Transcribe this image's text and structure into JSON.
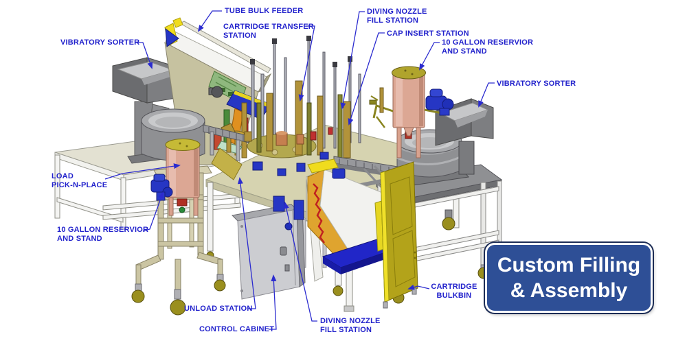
{
  "figure": {
    "description": "Isometric CAD illustration of a custom filling and assembly machine line with annotated callouts"
  },
  "colors": {
    "background": "#ffffff",
    "label_text": "#2222cc",
    "leader_line": "#2b2bcf",
    "badge_bg": "#2e4f96",
    "badge_border": "#ffffff",
    "badge_outline": "#1c2c55",
    "badge_text": "#ffffff"
  },
  "badge": {
    "line1": "Custom Filling",
    "line2": "& Assembly"
  },
  "labels": [
    {
      "id": "vibratory-sorter-left",
      "line1": "VIBRATORY SORTER"
    },
    {
      "id": "tube-bulk-feeder",
      "line1": "TUBE BULK FEEDER"
    },
    {
      "id": "cartridge-transfer-station",
      "line1": "CARTRIDGE TRANSFER",
      "line2": "STATION"
    },
    {
      "id": "diving-nozzle-fill-station-top",
      "line1": "DIVING NOZZLE",
      "line2": "FILL STATION"
    },
    {
      "id": "cap-insert-station",
      "line1": "CAP INSERT STATION"
    },
    {
      "id": "ten-gallon-reservior-right",
      "line1": "10 GALLON RESERVIOR",
      "line2": "AND STAND"
    },
    {
      "id": "vibratory-sorter-right",
      "line1": "VIBRATORY SORTER"
    },
    {
      "id": "load-pick-n-place",
      "line1": "LOAD",
      "line2": "PICK-N-PLACE"
    },
    {
      "id": "ten-gallon-reservior-left",
      "line1": "10 GALLON RESERVIOR",
      "line2": "AND STAND"
    },
    {
      "id": "unload-station",
      "line1": "UNLOAD STATION"
    },
    {
      "id": "control-cabinet",
      "line1": "CONTROL CABINET"
    },
    {
      "id": "diving-nozzle-fill-station-bottom",
      "line1": "DIVING NOZZLE",
      "line2": "FILL STATION"
    },
    {
      "id": "cartridge-bulkbin",
      "line1": "CARTRIDGE",
      "line2": "BULKBIN"
    }
  ]
}
